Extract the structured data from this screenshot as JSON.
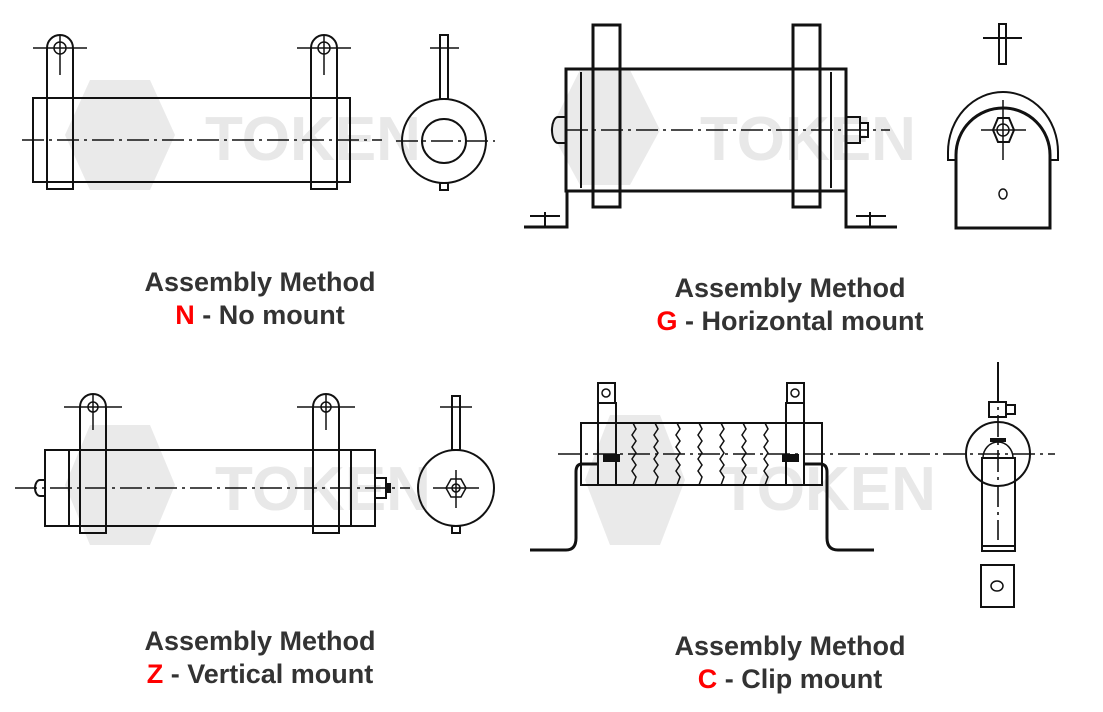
{
  "figure": {
    "watermark_text": "TOKEN",
    "panels": [
      {
        "id": "N",
        "heading": "Assembly Method",
        "code": "N",
        "separator": " - ",
        "description": "No mount",
        "views": [
          "side-view",
          "end-view"
        ]
      },
      {
        "id": "G",
        "heading": "Assembly Method",
        "code": "G",
        "separator": " - ",
        "description": "Horizontal mount",
        "views": [
          "side-view",
          "end-view"
        ]
      },
      {
        "id": "Z",
        "heading": "Assembly Method",
        "code": "Z",
        "separator": " - ",
        "description": "Vertical mount",
        "views": [
          "side-view",
          "end-view"
        ]
      },
      {
        "id": "C",
        "heading": "Assembly Method",
        "code": "C",
        "separator": " - ",
        "description": "Clip mount",
        "views": [
          "side-view",
          "end-view",
          "bottom-view"
        ]
      }
    ],
    "colors": {
      "code_highlight": "#ff0000",
      "caption_text": "#333333",
      "line_art": "#111111",
      "watermark": "#e6e6e6"
    }
  }
}
